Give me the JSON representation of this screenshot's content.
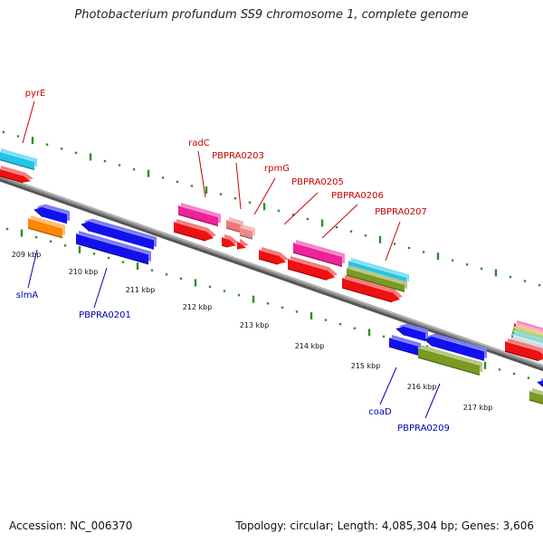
{
  "title": "Photobacterium profundum SS9 chromosome 1, complete genome",
  "footer": {
    "accession": "Accession: NC_006370",
    "summary": "Topology: circular; Length: 4,085,304 bp; Genes: 3,606"
  },
  "colors": {
    "backbone": "#8a8a8a",
    "tick": "#2e8b2e",
    "plus_label": "#cc0000",
    "minus_label": "#0000bb"
  },
  "scale_labels": [
    "209 kbp",
    "210 kbp",
    "211 kbp",
    "212 kbp",
    "213 kbp",
    "214 kbp",
    "215 kbp",
    "216 kbp",
    "217 kbp"
  ],
  "gene_labels": {
    "plus": [
      "pyrE",
      "radC",
      "PBPRA0203",
      "rpmG",
      "PBPRA0205",
      "PBPRA0206",
      "PBPRA0207"
    ],
    "minus": [
      "slmA",
      "PBPRA0201",
      "coaD",
      "PBPRA0209"
    ]
  }
}
